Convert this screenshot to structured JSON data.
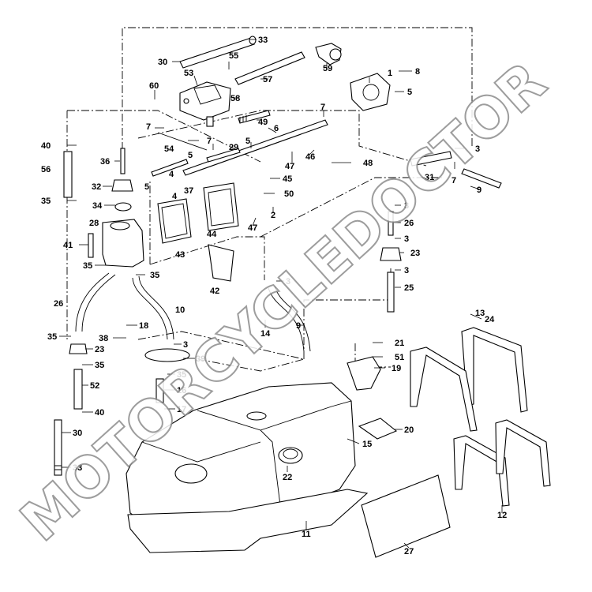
{
  "watermark": "MOTORCYCLEDOCTOR",
  "callouts": [
    "1",
    "2",
    "3",
    "4",
    "5",
    "6",
    "7",
    "8",
    "9",
    "10",
    "11",
    "12",
    "13",
    "14",
    "15",
    "16",
    "17",
    "18",
    "19",
    "20",
    "21",
    "22",
    "23",
    "24",
    "25",
    "26",
    "27",
    "28",
    "29",
    "30",
    "31",
    "32",
    "33",
    "34",
    "35",
    "36",
    "37",
    "38",
    "39",
    "40",
    "41",
    "42",
    "43",
    "44",
    "45",
    "46",
    "47",
    "48",
    "49",
    "50",
    "51",
    "52",
    "53",
    "54",
    "55",
    "56",
    "57",
    "58",
    "59",
    "60"
  ]
}
